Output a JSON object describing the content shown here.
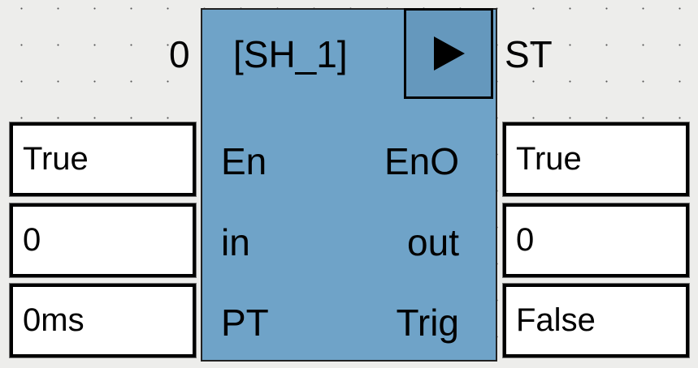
{
  "block": {
    "instance_name": "[SH_1]",
    "type_label": "ST",
    "execution_order": "0",
    "run_icon": "play-triangle-icon",
    "fill_color": "#6fa3c8",
    "button_color": "#6598bd"
  },
  "inputs": [
    {
      "pin": "En",
      "value": "True"
    },
    {
      "pin": "in",
      "value": "0"
    },
    {
      "pin": "PT",
      "value": "0ms"
    }
  ],
  "outputs": [
    {
      "pin": "EnO",
      "value": "True"
    },
    {
      "pin": "out",
      "value": "0"
    },
    {
      "pin": "Trig",
      "value": "False"
    }
  ]
}
